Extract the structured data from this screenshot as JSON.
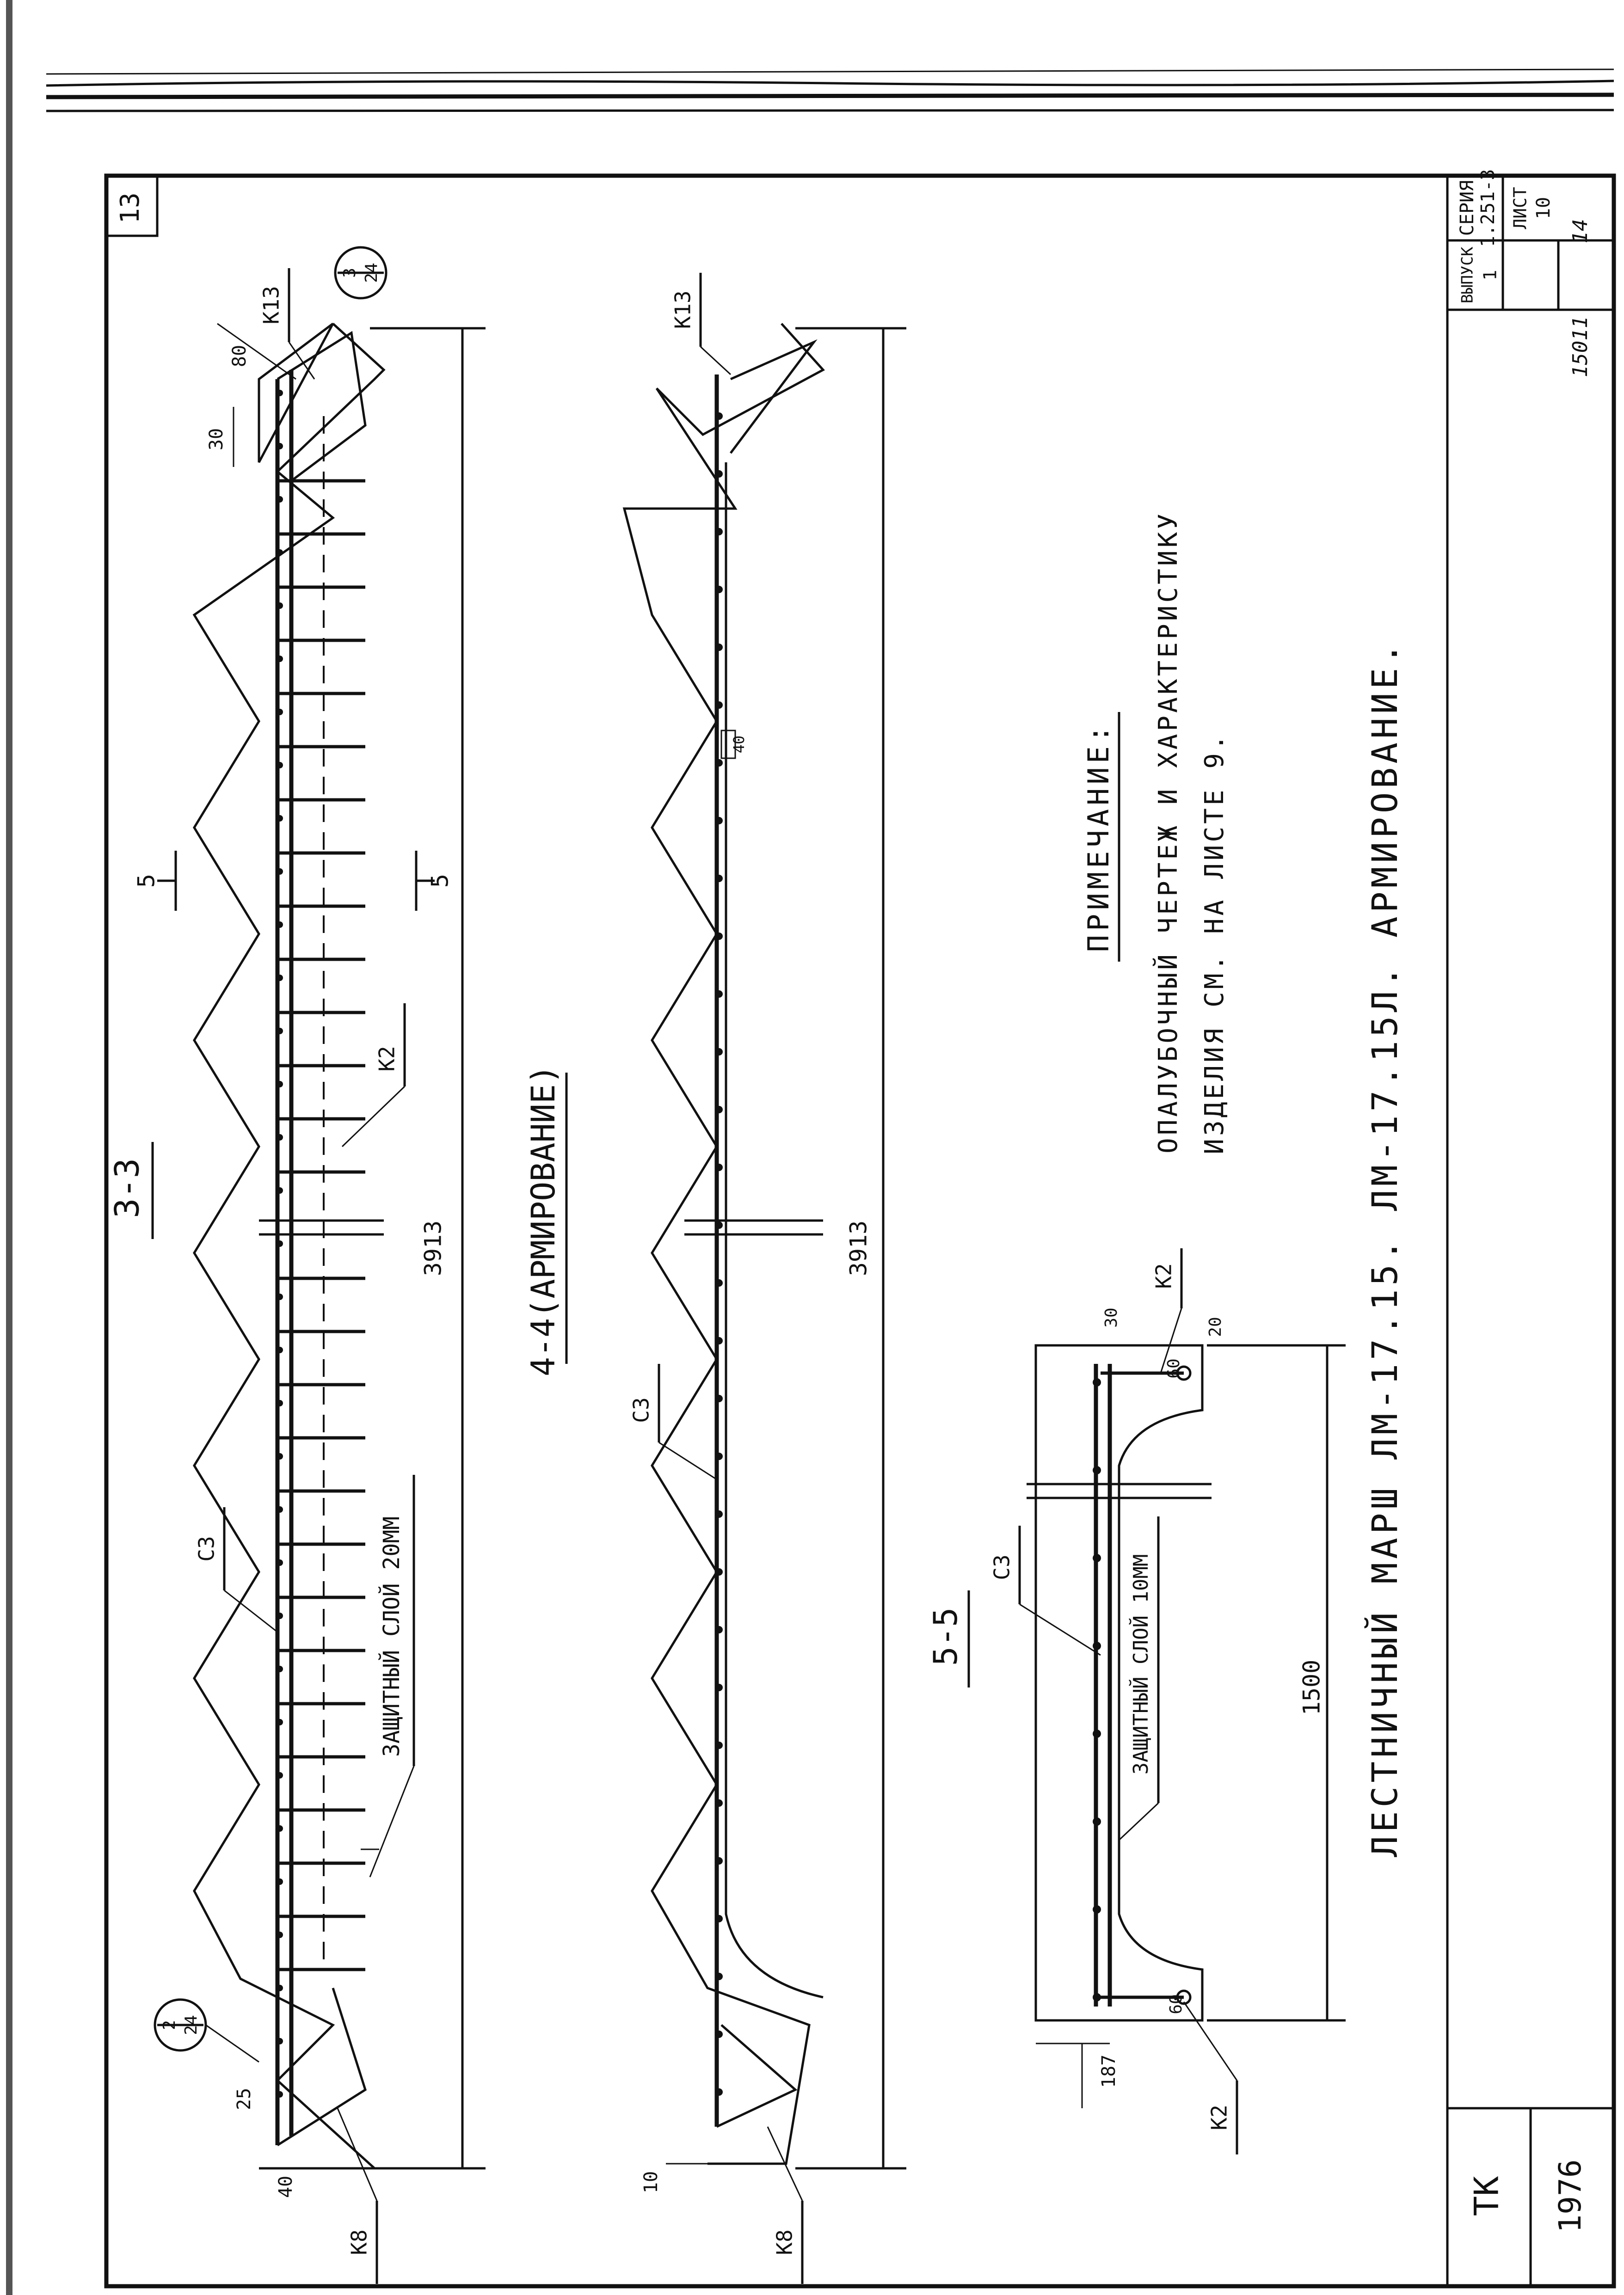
{
  "sheet_number": "13",
  "stamp": {
    "series_label": "СЕРИЯ",
    "series_value": "1.251-3",
    "issue_label": "ВЫПУСК",
    "issue_value": "1",
    "sheet_label": "ЛИСТ",
    "sheet_value": "10",
    "code": "15011",
    "page": "14"
  },
  "organization": "ТК",
  "year": "1976",
  "title": "ЛЕСТНИЧНЫЙ МАРШ ЛМ-17.15. ЛМ-17.15Л. АРМИРОВАНИЕ.",
  "note": {
    "heading": "ПРИМЕЧАНИЕ:",
    "line1": "ОПАЛУБОЧНЫЙ ЧЕРТЕЖ И ХАРАКТЕРИСТИКУ",
    "line2": "ИЗДЕЛИЯ СМ. НА ЛИСТЕ 9."
  },
  "section_33": {
    "label": "3-3",
    "length": "3913",
    "cover": "ЗАЩИТНЫЙ СЛОЙ 20ММ",
    "marks": {
      "top_frame": "К13",
      "bottom_frame": "К8",
      "mesh": "К2",
      "net": "С3"
    },
    "detail_ref_top": {
      "num": "3",
      "den": "24"
    },
    "detail_ref_bottom": {
      "num": "2",
      "den": "24"
    },
    "dims": {
      "d80": "80",
      "d30": "30",
      "d25": "25",
      "d40": "40"
    },
    "cut_mark": "5"
  },
  "section_44": {
    "label": "4-4(АРМИРОВАНИЕ)",
    "length": "3913",
    "marks": {
      "top_frame": "К13",
      "bottom_frame": "К8",
      "net": "С3"
    },
    "dims": {
      "d40": "40",
      "d10": "10"
    }
  },
  "section_55": {
    "label": "5-5",
    "width": "1500",
    "cover": "ЗАЩИТНЫЙ СЛОЙ 10ММ",
    "marks": {
      "net": "С3",
      "mesh_top": "К2",
      "mesh_bottom": "К2"
    },
    "dims": {
      "d30": "30",
      "d20": "20",
      "d60a": "60",
      "d60b": "60",
      "d187": "187"
    }
  }
}
